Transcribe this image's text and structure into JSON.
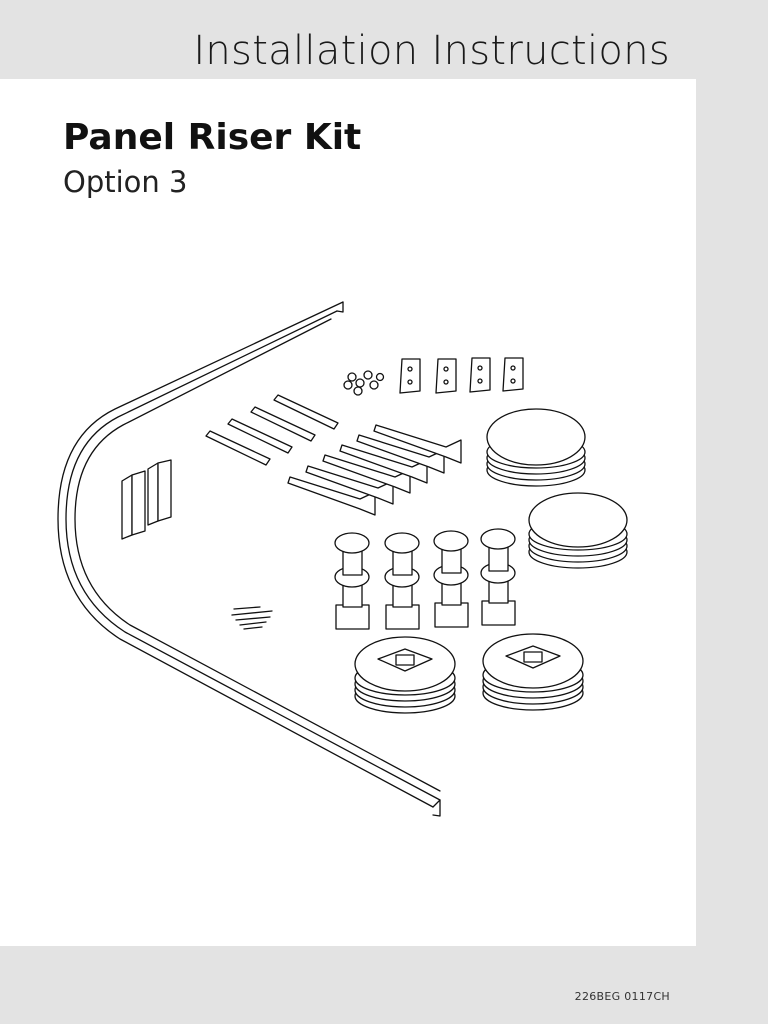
{
  "header": {
    "title": "Installation Instructions"
  },
  "document": {
    "title": "Panel Riser Kit",
    "subtitle": "Option 3",
    "code": "226BEG 0117CH"
  },
  "colors": {
    "background": "#e3e3e3",
    "page": "#ffffff",
    "ink": "#111111"
  }
}
